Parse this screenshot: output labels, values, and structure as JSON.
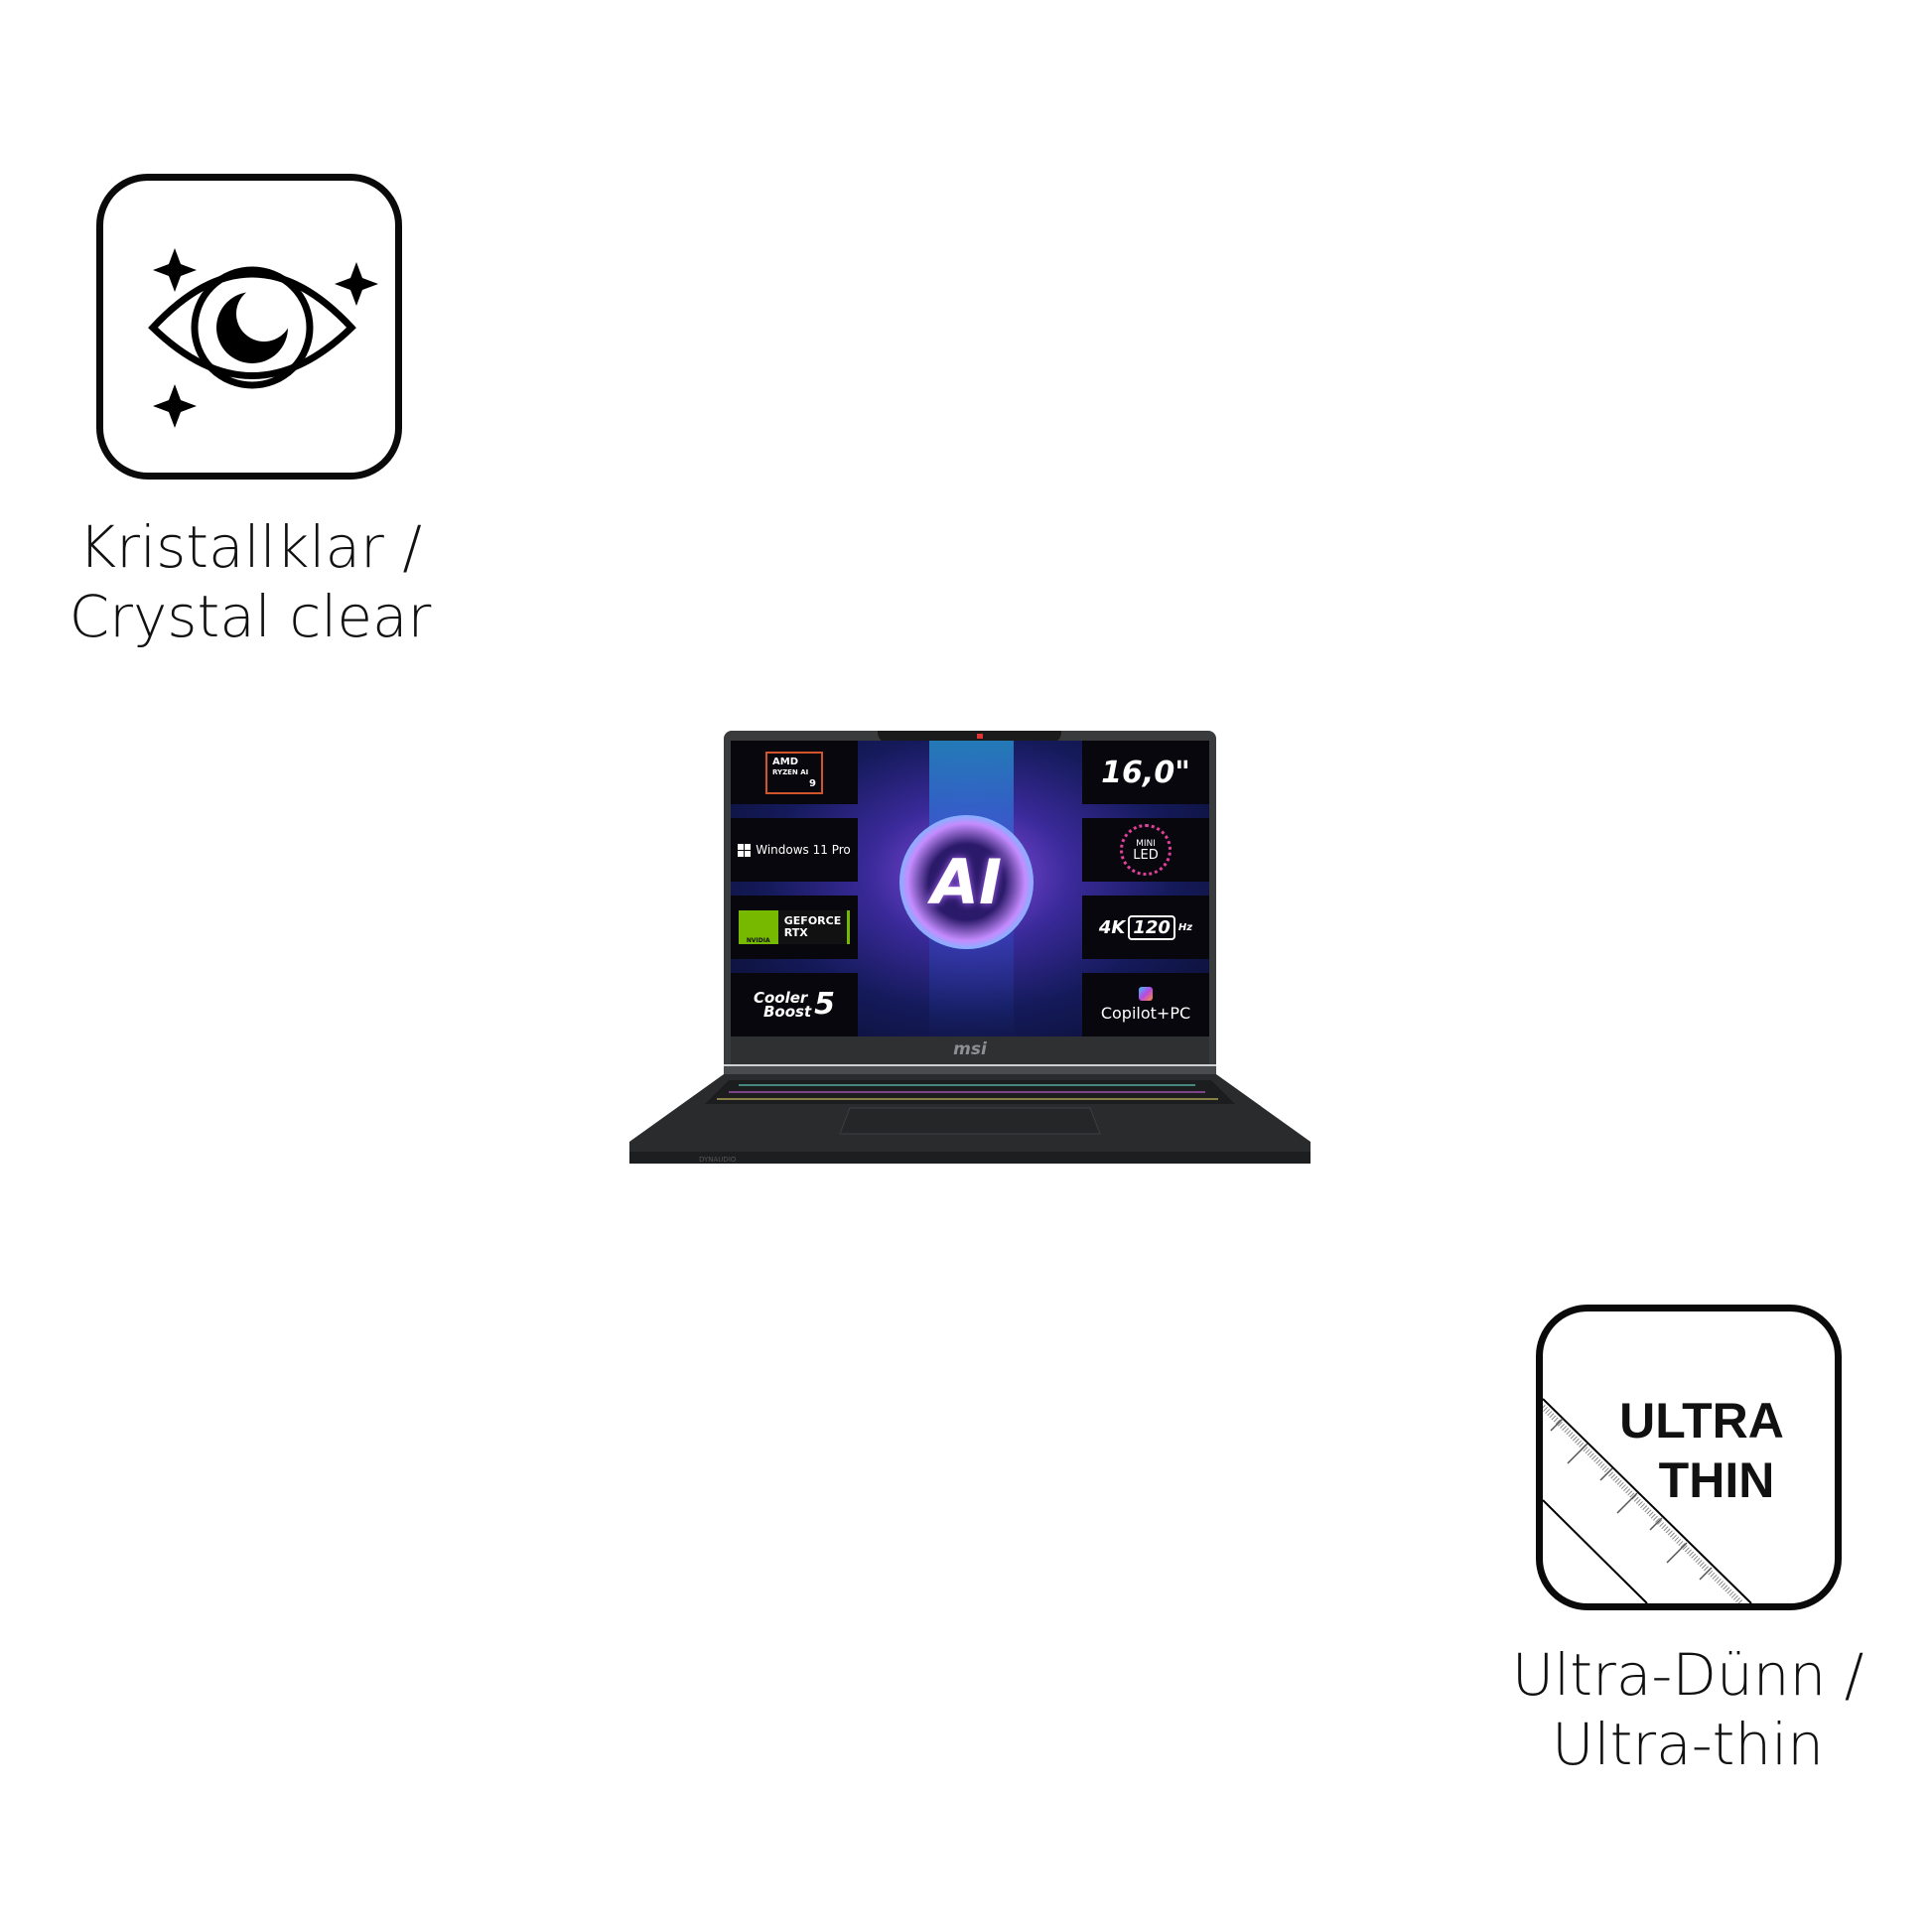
{
  "features": [
    {
      "icon": "eye-sparkle-icon",
      "caption_line1": "Kristallklar /",
      "caption_line2": "Crystal clear"
    },
    {
      "icon": "ultra-thin-ruler-icon",
      "icon_text_line1": "ULTRA",
      "icon_text_line2": "THIN",
      "caption_line1": "Ultra-Dünn /",
      "caption_line2": "Ultra-thin"
    }
  ],
  "laptop": {
    "brand": "msi",
    "screen_center": "AI",
    "left_tiles": [
      {
        "line1": "AMD",
        "line2": "RYZEN AI",
        "line3": "9"
      },
      {
        "label": "Windows 11 Pro"
      },
      {
        "logo": "NVIDIA",
        "line1": "GEFORCE",
        "line2": "RTX"
      },
      {
        "line1": "Cooler",
        "line2": "Boost",
        "line3": "5"
      }
    ],
    "right_tiles": [
      {
        "label": "16,0\""
      },
      {
        "line1": "MINI",
        "line2": "LED"
      },
      {
        "line1": "4K",
        "line2": "120",
        "line3": "Hz"
      },
      {
        "label": "Copilot+PC"
      }
    ],
    "base_left_text": "DYNAUDIO"
  }
}
